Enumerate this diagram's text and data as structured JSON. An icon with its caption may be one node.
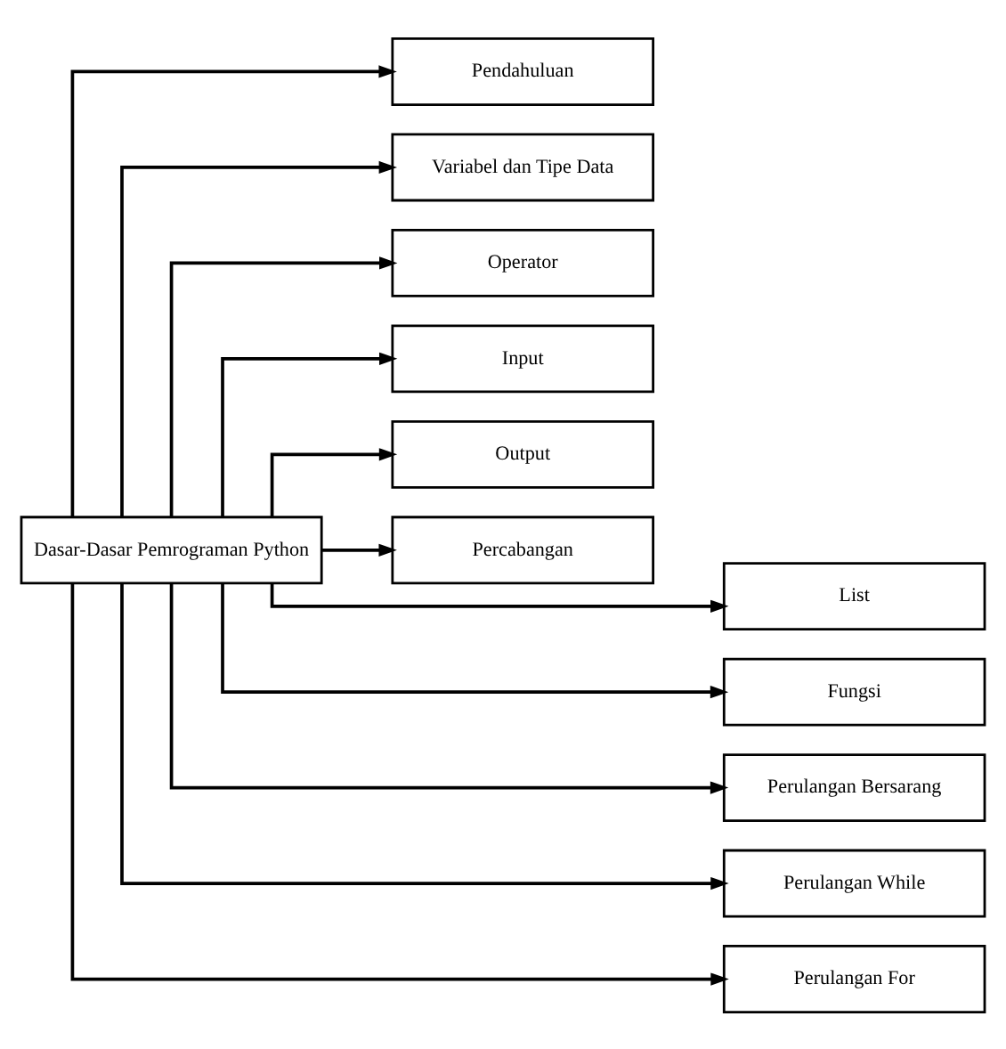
{
  "diagram": {
    "nodes": [
      {
        "text": [
          "Dasar-Dasar Pemrograman Python"
        ]
      },
      {
        "text": [
          "Pendahuluan"
        ]
      },
      {
        "text": [
          "Variabel dan Tipe Data"
        ]
      },
      {
        "text": [
          "Operator"
        ]
      },
      {
        "text": [
          "Input"
        ]
      },
      {
        "text": [
          "Output"
        ]
      },
      {
        "text": [
          "Percabangan"
        ]
      },
      {
        "text": [
          "List"
        ]
      },
      {
        "text": [
          "Fungsi"
        ]
      },
      {
        "text": [
          "Perulangan Bersarang"
        ]
      },
      {
        "text": [
          "Perulangan While"
        ]
      },
      {
        "text": [
          "Perulangan For"
        ]
      }
    ],
    "edges": [
      {
        "from": 0,
        "to": 1,
        "arrow": "to"
      },
      {
        "from": 0,
        "to": 2,
        "arrow": "to"
      },
      {
        "from": 0,
        "to": 3,
        "arrow": "to"
      },
      {
        "from": 0,
        "to": 4,
        "arrow": "to"
      },
      {
        "from": 0,
        "to": 5,
        "arrow": "to"
      },
      {
        "from": 0,
        "to": 6,
        "arrow": "to"
      },
      {
        "from": 0,
        "to": 7,
        "arrow": "to"
      },
      {
        "from": 0,
        "to": 8,
        "arrow": "to"
      },
      {
        "from": 0,
        "to": 9,
        "arrow": "to"
      },
      {
        "from": 0,
        "to": 10,
        "arrow": "to"
      },
      {
        "from": 0,
        "to": 11,
        "arrow": "to"
      }
    ]
  }
}
